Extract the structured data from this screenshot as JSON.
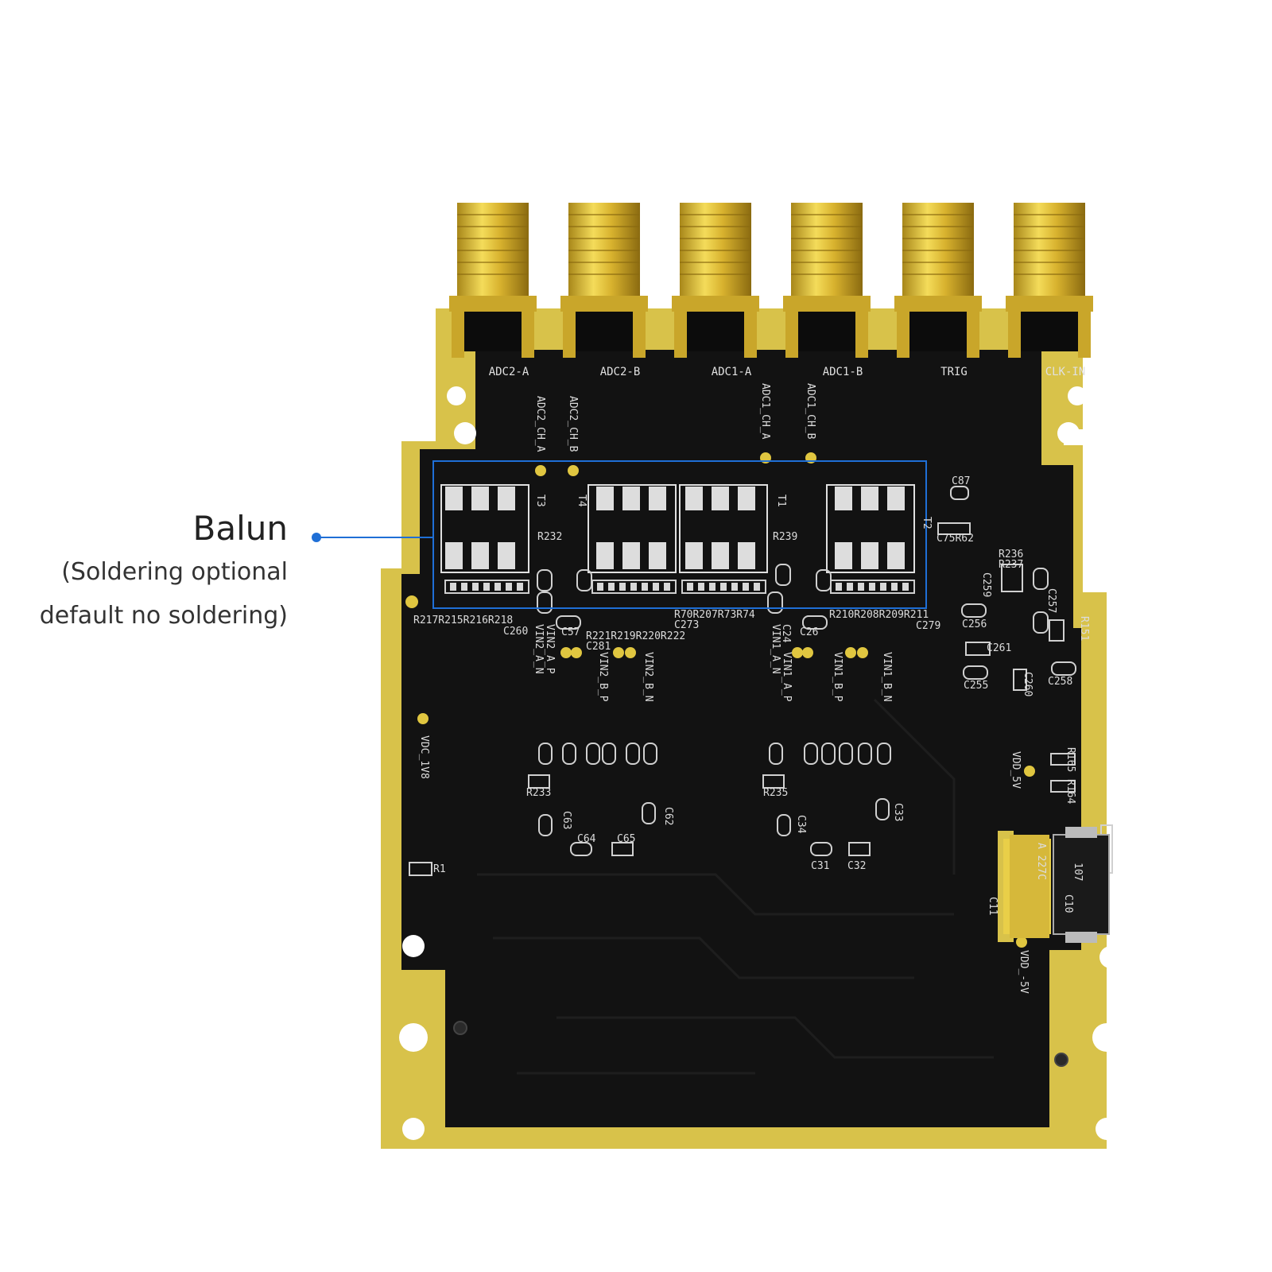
{
  "callout": {
    "title": "Balun",
    "line1": "(Soldering optional",
    "line2": "default no soldering)"
  },
  "connectors": [
    "ADC2-A",
    "ADC2-B",
    "ADC1-A",
    "ADC1-B",
    "TRIG",
    "CLK-IN"
  ],
  "silkscreen": {
    "adc2_ch_a": "ADC2_CH_A",
    "adc2_ch_b": "ADC2_CH_B",
    "adc1_ch_a": "ADC1_CH_A",
    "adc1_ch_b": "ADC1_CH_B",
    "t3": "T3",
    "t4": "T4",
    "t1": "T1",
    "t2": "T2",
    "c87": "C87",
    "c75r62": "C75R62",
    "r232": "R232",
    "r239": "R239",
    "r236": "R236",
    "r237": "R237",
    "row_left": "R217R215R216R218",
    "c260": "C260",
    "c57": "C57",
    "row_mid_left": "R221R219R220R222",
    "c281": "C281",
    "row_mid": "R70R207R73R74",
    "c273": "C273",
    "c24": "C24",
    "c26": "C26",
    "row_right": "R210R208R209R211",
    "c279": "C279",
    "vin2_a_n": "VIN2_A_N",
    "vin2_a_p": "VIN2_A_P",
    "vin2_b_p": "VIN2_B_P",
    "vin2_b_n": "VIN2_B_N",
    "vin1_a_n": "VIN1_A_N",
    "vin1_a_p": "VIN1_A_P",
    "vin1_b_p": "VIN1_B_P",
    "vin1_b_n": "VIN1_B_N",
    "vdc_1v8": "VDC_1V8",
    "r233": "R233",
    "r235": "R235",
    "c63": "C63",
    "c64": "C64",
    "c65": "C65",
    "c62": "C62",
    "c34": "C34",
    "c31": "C31",
    "c32": "C32",
    "c33": "C33",
    "r1": "R1",
    "vdd_5v": "VDD_5V",
    "vdd_n5v": "VDD_-5V",
    "c256": "C256",
    "c257": "C257",
    "c261": "C261",
    "c255": "C255",
    "c258": "C258",
    "c259": "C259",
    "c11": "C11",
    "c10": "C10",
    "r151": "R151",
    "r165": "R165",
    "r164": "R164",
    "cap_mark": "A 227C",
    "diode_mark": "107"
  },
  "colors": {
    "gold": "#d8c24a",
    "board": "#111111",
    "callout_blue": "#1f6fd6"
  }
}
